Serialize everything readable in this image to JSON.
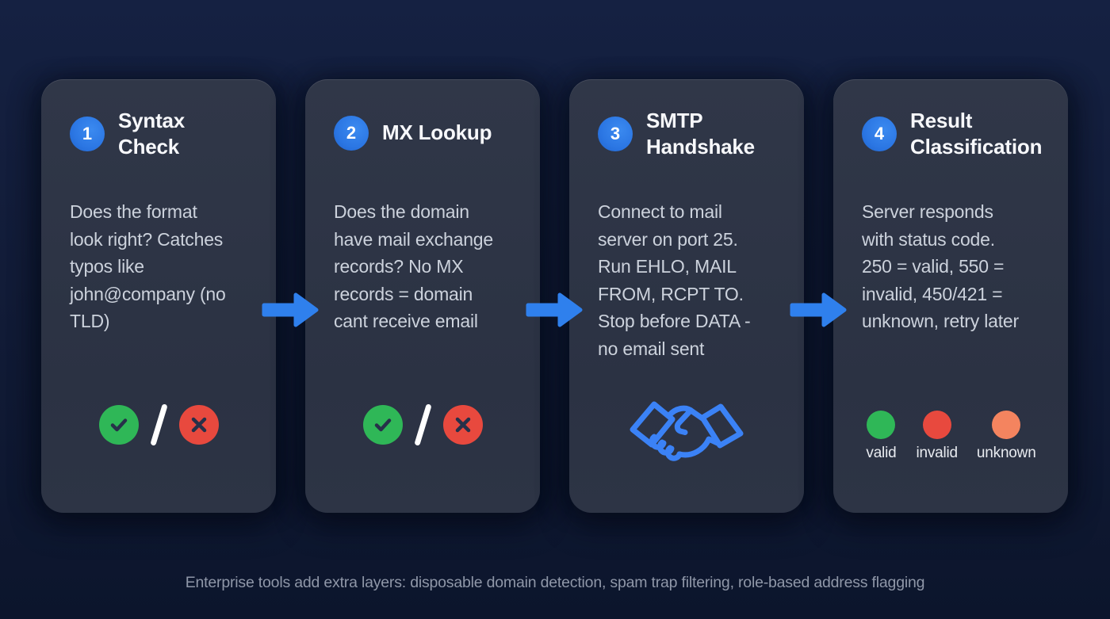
{
  "diagram": {
    "type": "process-flow",
    "footer_note": "Enterprise tools add extra layers: disposable domain detection, spam trap filtering, role-based address flagging",
    "separator": "/"
  },
  "colors": {
    "background": "#121c38",
    "card": "#2d3445",
    "accent_blue": "#2f80ed",
    "badge_blue": "#2b76e3",
    "valid_green": "#2fb757",
    "invalid_red": "#e8493e",
    "unknown_orange": "#f4845f",
    "title_text": "#f7f8fb",
    "body_text": "#ccd2dc",
    "footer_text": "#8f97a8"
  },
  "steps": [
    {
      "number": "1",
      "title": "Syntax Check",
      "description": "Does the format look right? Catches typos like john@company (no TLD)",
      "visual": "check-or-cross-icons"
    },
    {
      "number": "2",
      "title": "MX Lookup",
      "description": "Does the domain have mail exchange records? No MX records = domain cant receive email",
      "visual": "check-or-cross-icons"
    },
    {
      "number": "3",
      "title": "SMTP Handshake",
      "description": "Connect to mail server on port 25. Run EHLO, MAIL FROM, RCPT TO. Stop before DATA - no email sent",
      "visual": "handshake-icon"
    },
    {
      "number": "4",
      "title": "Result Classification",
      "description": "Server responds with status code. 250 = valid, 550 = invalid, 450/421 = unknown, retry later",
      "visual": "status-dots",
      "legend": [
        {
          "label": "valid",
          "color": "#2fb757"
        },
        {
          "label": "invalid",
          "color": "#e8493e"
        },
        {
          "label": "unknown",
          "color": "#f4845f"
        }
      ]
    }
  ]
}
